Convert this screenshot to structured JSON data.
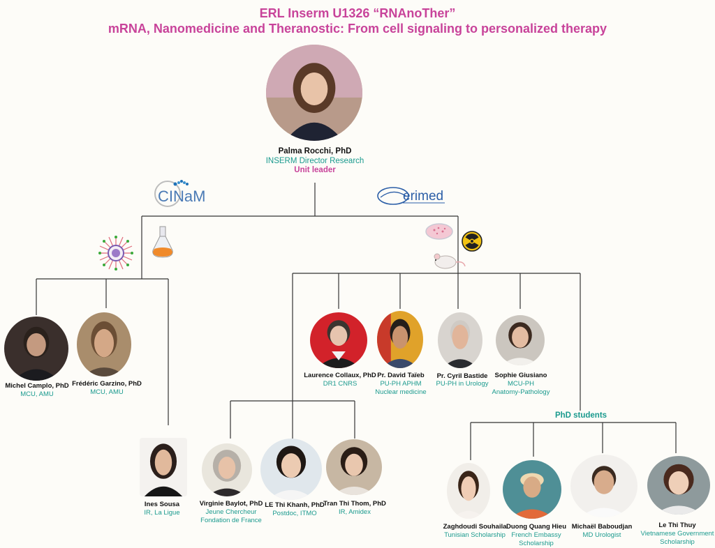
{
  "title_line1": "ERL Inserm U1326 “RNAnoTher”",
  "title_line2": "mRNA, Nanomedicine and Theranostic: From cell signaling to personalized therapy",
  "leader": {
    "name": "Palma Rocchi, PhD",
    "role": "INSERM Director Research",
    "tag": "Unit leader"
  },
  "logos": {
    "cinam": "CINaM",
    "erimed": "erimed"
  },
  "phd_header": "PhD students",
  "people": {
    "michel": {
      "name": "Michel Camplo, PhD",
      "role": [
        "MCU, AMU"
      ]
    },
    "frederic": {
      "name": "Frédéric Garzino, PhD",
      "role": [
        "MCU, AMU"
      ]
    },
    "ines": {
      "name": "Ines Sousa",
      "role": [
        "IR, La Ligue"
      ]
    },
    "laurence": {
      "name": "Laurence Collaux, PhD",
      "role": [
        "DR1 CNRS"
      ]
    },
    "david": {
      "name": "Pr. David Taïeb",
      "role": [
        "PU-PH APHM",
        "Nuclear medicine"
      ]
    },
    "cyril": {
      "name": "Pr. Cyril Bastide",
      "role": [
        "PU-PH in Urology"
      ]
    },
    "sophie": {
      "name": "Sophie Giusiano",
      "role": [
        "MCU-PH",
        "Anatomy-Pathology"
      ]
    },
    "virginie": {
      "name": "Virginie Baylot, PhD",
      "role": [
        "Jeune Chercheur",
        "Fondation de France"
      ]
    },
    "le_khanh": {
      "name": "LE Thi Khanh, PhD",
      "role": [
        "Postdoc, ITMO"
      ]
    },
    "tran": {
      "name": "Tran Thi Thom, PhD",
      "role": [
        "IR, Amidex"
      ]
    },
    "zaghdoudi": {
      "name": "Zaghdoudi Souhaila",
      "role": [
        "Tunisian Scholarship"
      ]
    },
    "duong": {
      "name": "Duong Quang Hieu",
      "role": [
        "French Embassy",
        "Scholarship"
      ]
    },
    "michael": {
      "name": "Michaël Baboudjan",
      "role": [
        "MD Urologist"
      ]
    },
    "le_thuy": {
      "name": "Le Thi Thuy",
      "role": [
        "Vietnamese Government",
        "Scholarship"
      ]
    }
  },
  "colors": {
    "title": "#c8439a",
    "role_text": "#1a9a8e",
    "lines": "#333333",
    "background": "#fdfcf8"
  },
  "icons": [
    "nanoparticle-icon",
    "flask-icon",
    "petri-dish-icon",
    "mouse-icon",
    "radiation-icon"
  ]
}
